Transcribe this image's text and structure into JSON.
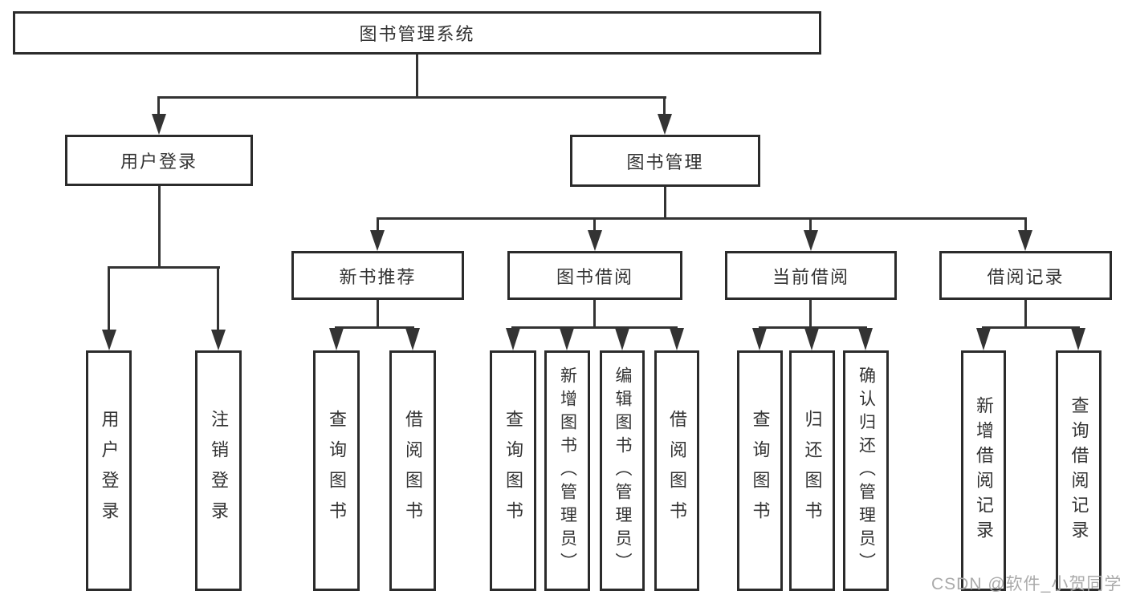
{
  "diagram": {
    "root": {
      "label": "图书管理系统"
    },
    "branches": [
      {
        "label": "用户登录",
        "children": [
          {
            "label": "用户登录"
          },
          {
            "label": "注销登录"
          }
        ]
      },
      {
        "label": "图书管理",
        "children": [
          {
            "label": "新书推荐",
            "children": [
              {
                "label": "查询图书"
              },
              {
                "label": "借阅图书"
              }
            ]
          },
          {
            "label": "图书借阅",
            "children": [
              {
                "label": "查询图书"
              },
              {
                "label": "新增图书（管理员）"
              },
              {
                "label": "编辑图书（管理员）"
              },
              {
                "label": "借阅图书"
              }
            ]
          },
          {
            "label": "当前借阅",
            "children": [
              {
                "label": "查询图书"
              },
              {
                "label": "归还图书"
              },
              {
                "label": "确认归还（管理员）"
              }
            ]
          },
          {
            "label": "借阅记录",
            "children": [
              {
                "label": "新增借阅记录"
              },
              {
                "label": "查询借阅记录"
              }
            ]
          }
        ]
      }
    ]
  },
  "watermark": {
    "text": "CSDN @软件_小贺同学"
  },
  "colors": {
    "line": "#333333",
    "box_border": "#2b2b2b",
    "text": "#333333",
    "watermark": "#aaaaaa",
    "background": "#ffffff"
  }
}
